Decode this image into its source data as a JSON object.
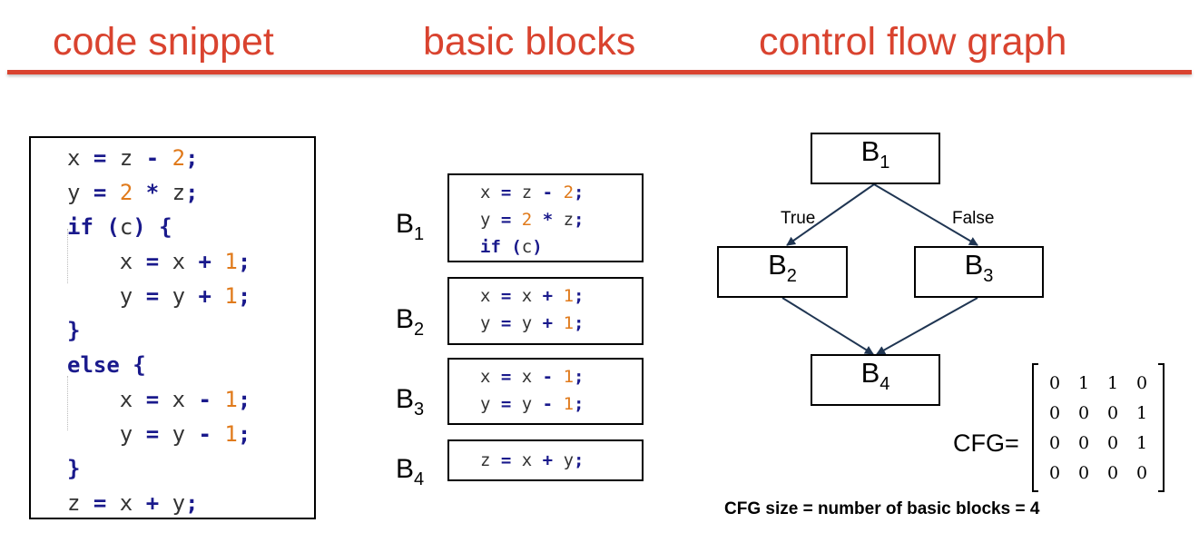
{
  "titles": {
    "code": "code snippet",
    "blocks": "basic blocks",
    "cfg": "control flow graph"
  },
  "colors": {
    "title": "#d9432f",
    "keyword": "#1a1a8c",
    "number": "#e07a1b"
  },
  "code_lines": [
    [
      {
        "t": "x ",
        "c": "var"
      },
      {
        "t": "=",
        "c": "op"
      },
      {
        "t": " z ",
        "c": "var"
      },
      {
        "t": "-",
        "c": "op"
      },
      {
        "t": " ",
        "c": "var"
      },
      {
        "t": "2",
        "c": "num"
      },
      {
        "t": ";",
        "c": "op"
      }
    ],
    [
      {
        "t": "y ",
        "c": "var"
      },
      {
        "t": "=",
        "c": "op"
      },
      {
        "t": " ",
        "c": "var"
      },
      {
        "t": "2",
        "c": "num"
      },
      {
        "t": " ",
        "c": "var"
      },
      {
        "t": "*",
        "c": "op"
      },
      {
        "t": " z",
        "c": "var"
      },
      {
        "t": ";",
        "c": "op"
      }
    ],
    [
      {
        "t": "if",
        "c": "kw"
      },
      {
        "t": " ",
        "c": "var"
      },
      {
        "t": "(",
        "c": "op"
      },
      {
        "t": "c",
        "c": "var"
      },
      {
        "t": ")",
        "c": "op"
      },
      {
        "t": " ",
        "c": "var"
      },
      {
        "t": "{",
        "c": "op"
      }
    ],
    [
      {
        "t": "    x ",
        "c": "var"
      },
      {
        "t": "=",
        "c": "op"
      },
      {
        "t": " x ",
        "c": "var"
      },
      {
        "t": "+",
        "c": "op"
      },
      {
        "t": " ",
        "c": "var"
      },
      {
        "t": "1",
        "c": "num"
      },
      {
        "t": ";",
        "c": "op"
      }
    ],
    [
      {
        "t": "    y ",
        "c": "var"
      },
      {
        "t": "=",
        "c": "op"
      },
      {
        "t": " y ",
        "c": "var"
      },
      {
        "t": "+",
        "c": "op"
      },
      {
        "t": " ",
        "c": "var"
      },
      {
        "t": "1",
        "c": "num"
      },
      {
        "t": ";",
        "c": "op"
      }
    ],
    [
      {
        "t": "}",
        "c": "op"
      }
    ],
    [
      {
        "t": "else",
        "c": "kw"
      },
      {
        "t": " ",
        "c": "var"
      },
      {
        "t": "{",
        "c": "op"
      }
    ],
    [
      {
        "t": "    x ",
        "c": "var"
      },
      {
        "t": "=",
        "c": "op"
      },
      {
        "t": " x ",
        "c": "var"
      },
      {
        "t": "-",
        "c": "op"
      },
      {
        "t": " ",
        "c": "var"
      },
      {
        "t": "1",
        "c": "num"
      },
      {
        "t": ";",
        "c": "op"
      }
    ],
    [
      {
        "t": "    y ",
        "c": "var"
      },
      {
        "t": "=",
        "c": "op"
      },
      {
        "t": " y ",
        "c": "var"
      },
      {
        "t": "-",
        "c": "op"
      },
      {
        "t": " ",
        "c": "var"
      },
      {
        "t": "1",
        "c": "num"
      },
      {
        "t": ";",
        "c": "op"
      }
    ],
    [
      {
        "t": "}",
        "c": "op"
      }
    ],
    [
      {
        "t": "z ",
        "c": "var"
      },
      {
        "t": "=",
        "c": "op"
      },
      {
        "t": " x ",
        "c": "var"
      },
      {
        "t": "+",
        "c": "op"
      },
      {
        "t": " y",
        "c": "var"
      },
      {
        "t": ";",
        "c": "op"
      }
    ]
  ],
  "basic_blocks": [
    {
      "label": "B",
      "sub": "1",
      "lines": [
        [
          {
            "t": "x ",
            "c": "var"
          },
          {
            "t": "=",
            "c": "op"
          },
          {
            "t": " z ",
            "c": "var"
          },
          {
            "t": "-",
            "c": "op"
          },
          {
            "t": " ",
            "c": "var"
          },
          {
            "t": "2",
            "c": "num"
          },
          {
            "t": ";",
            "c": "op"
          }
        ],
        [
          {
            "t": "y ",
            "c": "var"
          },
          {
            "t": "=",
            "c": "op"
          },
          {
            "t": " ",
            "c": "var"
          },
          {
            "t": "2",
            "c": "num"
          },
          {
            "t": " ",
            "c": "var"
          },
          {
            "t": "*",
            "c": "op"
          },
          {
            "t": " z",
            "c": "var"
          },
          {
            "t": ";",
            "c": "op"
          }
        ],
        [
          {
            "t": "if",
            "c": "kw"
          },
          {
            "t": " ",
            "c": "var"
          },
          {
            "t": "(",
            "c": "op"
          },
          {
            "t": "c",
            "c": "var"
          },
          {
            "t": ")",
            "c": "op"
          }
        ]
      ]
    },
    {
      "label": "B",
      "sub": "2",
      "lines": [
        [
          {
            "t": "x ",
            "c": "var"
          },
          {
            "t": "=",
            "c": "op"
          },
          {
            "t": " x ",
            "c": "var"
          },
          {
            "t": "+",
            "c": "op"
          },
          {
            "t": " ",
            "c": "var"
          },
          {
            "t": "1",
            "c": "num"
          },
          {
            "t": ";",
            "c": "op"
          }
        ],
        [
          {
            "t": "y ",
            "c": "var"
          },
          {
            "t": "=",
            "c": "op"
          },
          {
            "t": " y ",
            "c": "var"
          },
          {
            "t": "+",
            "c": "op"
          },
          {
            "t": " ",
            "c": "var"
          },
          {
            "t": "1",
            "c": "num"
          },
          {
            "t": ";",
            "c": "op"
          }
        ]
      ]
    },
    {
      "label": "B",
      "sub": "3",
      "lines": [
        [
          {
            "t": "x ",
            "c": "var"
          },
          {
            "t": "=",
            "c": "op"
          },
          {
            "t": " x ",
            "c": "var"
          },
          {
            "t": "-",
            "c": "op"
          },
          {
            "t": " ",
            "c": "var"
          },
          {
            "t": "1",
            "c": "num"
          },
          {
            "t": ";",
            "c": "op"
          }
        ],
        [
          {
            "t": "y ",
            "c": "var"
          },
          {
            "t": "=",
            "c": "op"
          },
          {
            "t": " y ",
            "c": "var"
          },
          {
            "t": "-",
            "c": "op"
          },
          {
            "t": " ",
            "c": "var"
          },
          {
            "t": "1",
            "c": "num"
          },
          {
            "t": ";",
            "c": "op"
          }
        ]
      ]
    },
    {
      "label": "B",
      "sub": "4",
      "lines": [
        [
          {
            "t": "z ",
            "c": "var"
          },
          {
            "t": "=",
            "c": "op"
          },
          {
            "t": " x ",
            "c": "var"
          },
          {
            "t": "+",
            "c": "op"
          },
          {
            "t": " y",
            "c": "var"
          },
          {
            "t": ";",
            "c": "op"
          }
        ]
      ]
    }
  ],
  "cfg": {
    "nodes": [
      {
        "label": "B",
        "sub": "1"
      },
      {
        "label": "B",
        "sub": "2"
      },
      {
        "label": "B",
        "sub": "3"
      },
      {
        "label": "B",
        "sub": "4"
      }
    ],
    "edges": [
      {
        "from": "B1",
        "to": "B2",
        "label": "True"
      },
      {
        "from": "B1",
        "to": "B3",
        "label": "False"
      },
      {
        "from": "B2",
        "to": "B4",
        "label": ""
      },
      {
        "from": "B3",
        "to": "B4",
        "label": ""
      }
    ],
    "matrix_label": "CFG=",
    "matrix": [
      [
        "0",
        "1",
        "1",
        "0"
      ],
      [
        "0",
        "0",
        "0",
        "1"
      ],
      [
        "0",
        "0",
        "0",
        "1"
      ],
      [
        "0",
        "0",
        "0",
        "0"
      ]
    ],
    "size_note": "CFG size = number of basic blocks = 4"
  }
}
